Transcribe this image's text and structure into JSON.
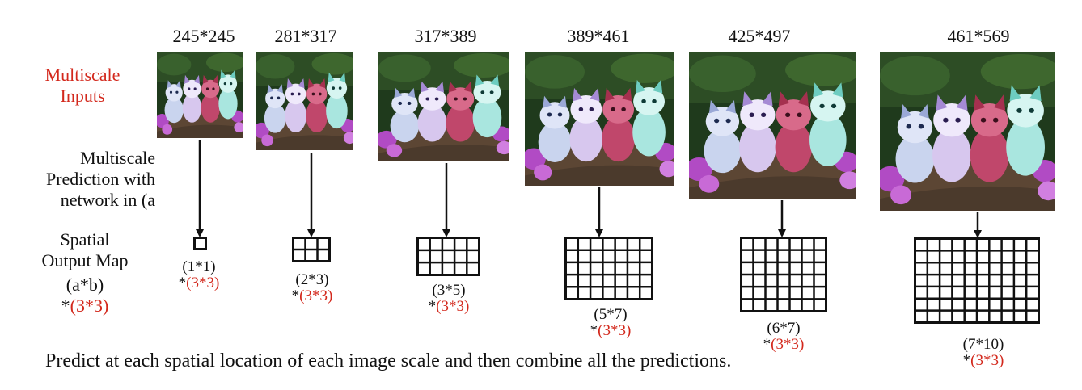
{
  "labels": {
    "multiscale_inputs_line1": "Multiscale",
    "multiscale_inputs_line2": "Inputs",
    "prediction_line1": "Multiscale",
    "prediction_line2": "Prediction with",
    "prediction_line3": "network in (a",
    "spatial_line1": "Spatial",
    "spatial_line2": "Output Map",
    "spatial_dims": "(a*b)",
    "spatial_star": "*",
    "spatial_kernel": "(3*3)"
  },
  "caption": "Predict at each spatial location of each image scale and then combine all the predictions.",
  "colors": {
    "accent": "#d3281c",
    "ink": "#111111"
  },
  "scales": [
    {
      "size_label": "245*245",
      "grid": "(1*1)",
      "rows": 1,
      "cols": 1,
      "star": "*",
      "kernel": "(3*3)"
    },
    {
      "size_label": "281*317",
      "grid": "(2*3)",
      "rows": 2,
      "cols": 3,
      "star": "*",
      "kernel": "(3*3)"
    },
    {
      "size_label": "317*389",
      "grid": "(3*5)",
      "rows": 3,
      "cols": 5,
      "star": "*",
      "kernel": "(3*3)"
    },
    {
      "size_label": "389*461",
      "grid": "(5*7)",
      "rows": 5,
      "cols": 7,
      "star": "*",
      "kernel": "(3*3)"
    },
    {
      "size_label": "425*497",
      "grid": "(6*7)",
      "rows": 6,
      "cols": 7,
      "star": "*",
      "kernel": "(3*3)"
    },
    {
      "size_label": "461*569",
      "grid": "(7*10)",
      "rows": 7,
      "cols": 10,
      "star": "*",
      "kernel": "(3*3)"
    }
  ]
}
